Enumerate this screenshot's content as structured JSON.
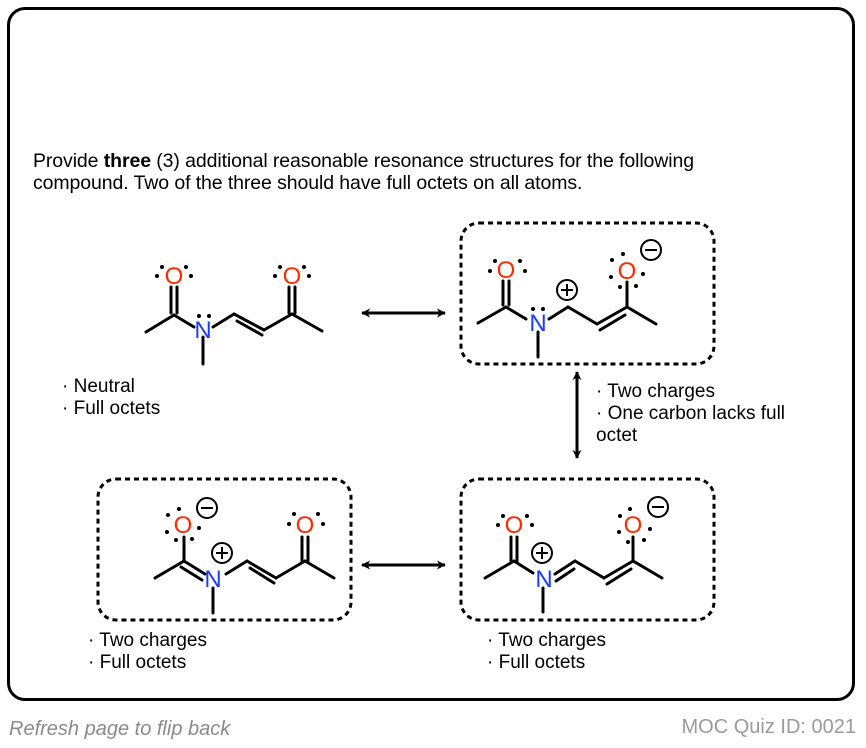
{
  "question": {
    "prefix": "Provide ",
    "bold": "three",
    "suffix_line1": " (3) additional reasonable resonance structures for the following",
    "line2": "compound. Two of the three should have full octets on all atoms."
  },
  "structures": [
    {
      "id": "original",
      "boxed": false,
      "notes": [
        "Neutral",
        "Full octets"
      ]
    },
    {
      "id": "resonance-1",
      "boxed": true,
      "notes": [
        "Two charges",
        "One carbon lacks full",
        "octet"
      ]
    },
    {
      "id": "resonance-2",
      "boxed": true,
      "notes": [
        "Two charges",
        "Full octets"
      ]
    },
    {
      "id": "resonance-3",
      "boxed": true,
      "notes": [
        "Two charges",
        "Full octets"
      ]
    }
  ],
  "atoms": {
    "oxygen": "O",
    "nitrogen": "N",
    "plus": "+",
    "minus": "−"
  },
  "colors": {
    "oxygen": "#ff2a00",
    "nitrogen": "#1a3cff",
    "bond": "#000000",
    "footer": "#8a8a8a"
  },
  "footer": {
    "flip_hint": "Refresh page to flip back",
    "quiz_id": "MOC Quiz ID: 0021"
  }
}
